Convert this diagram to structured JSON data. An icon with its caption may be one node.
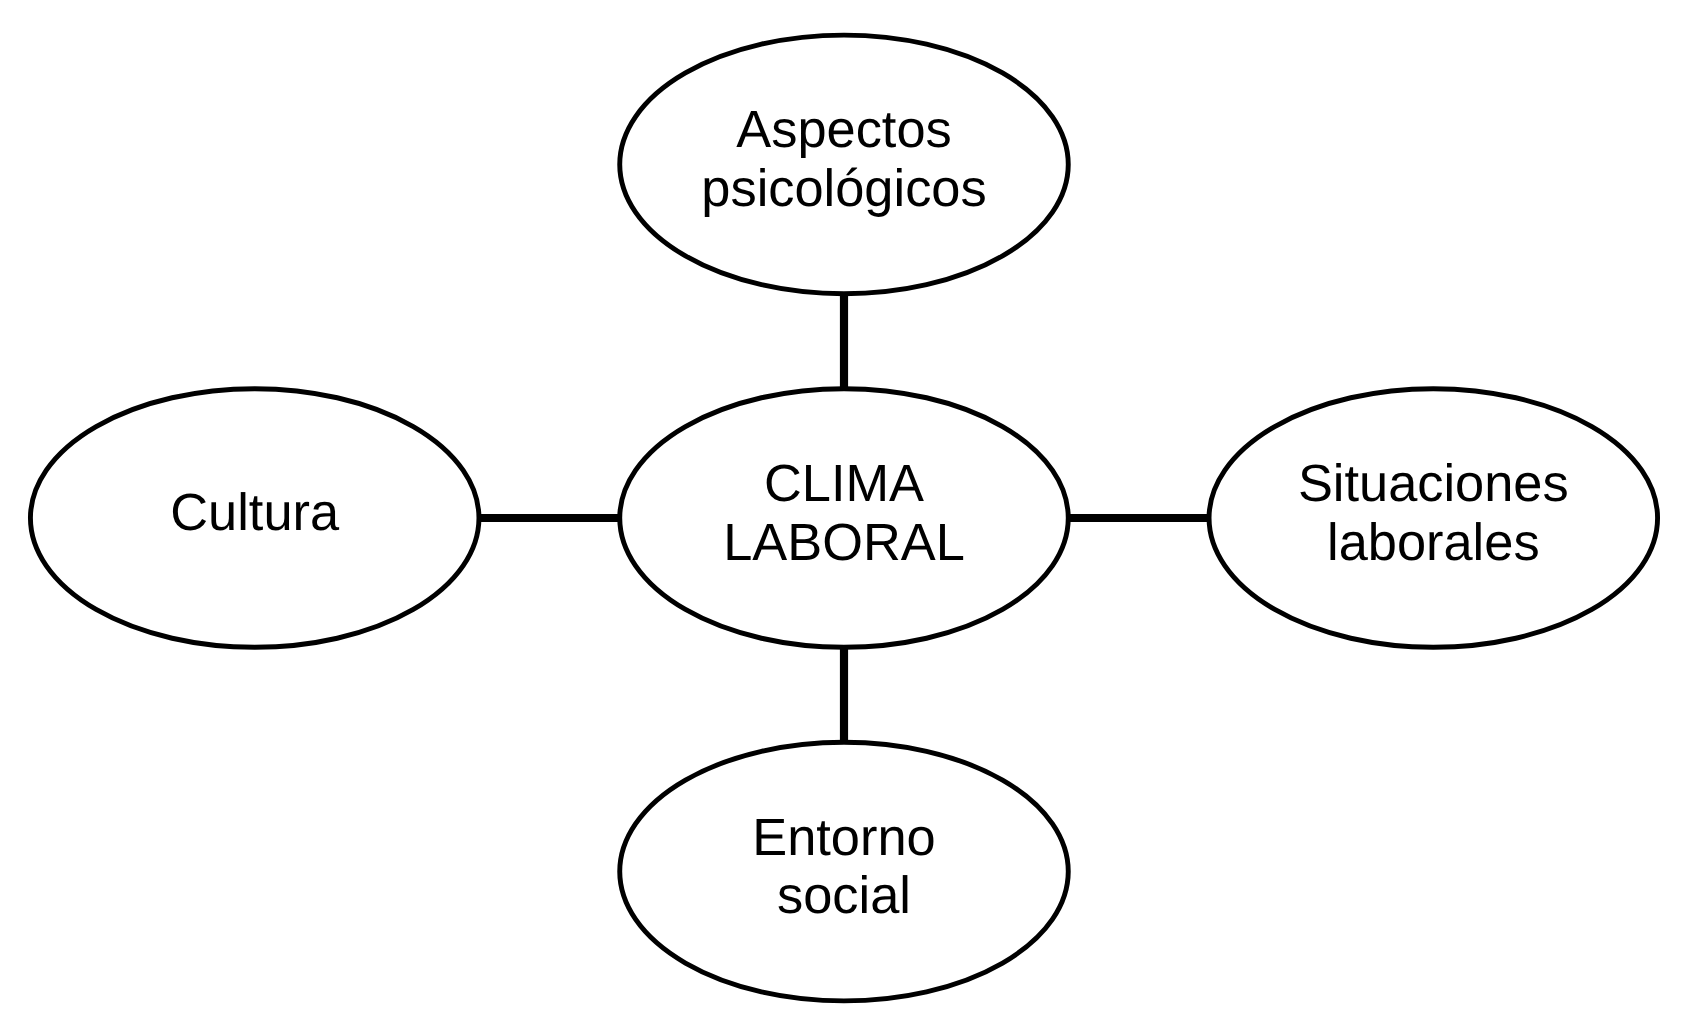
{
  "diagram": {
    "nodes": [
      {
        "text": [
          "Aspectos psicológicos"
        ]
      },
      {
        "text": [
          "Cultura"
        ]
      },
      {
        "text": [
          "CLIMA LABORAL"
        ]
      },
      {
        "text": [
          "Situaciones laborales"
        ]
      },
      {
        "text": [
          "Entorno social"
        ]
      }
    ],
    "edges": [
      {
        "from": 0,
        "to": 2,
        "arrow": "none"
      },
      {
        "from": 1,
        "to": 2,
        "arrow": "none"
      },
      {
        "from": 2,
        "to": 3,
        "arrow": "none"
      },
      {
        "from": 2,
        "to": 4,
        "arrow": "none"
      }
    ]
  }
}
